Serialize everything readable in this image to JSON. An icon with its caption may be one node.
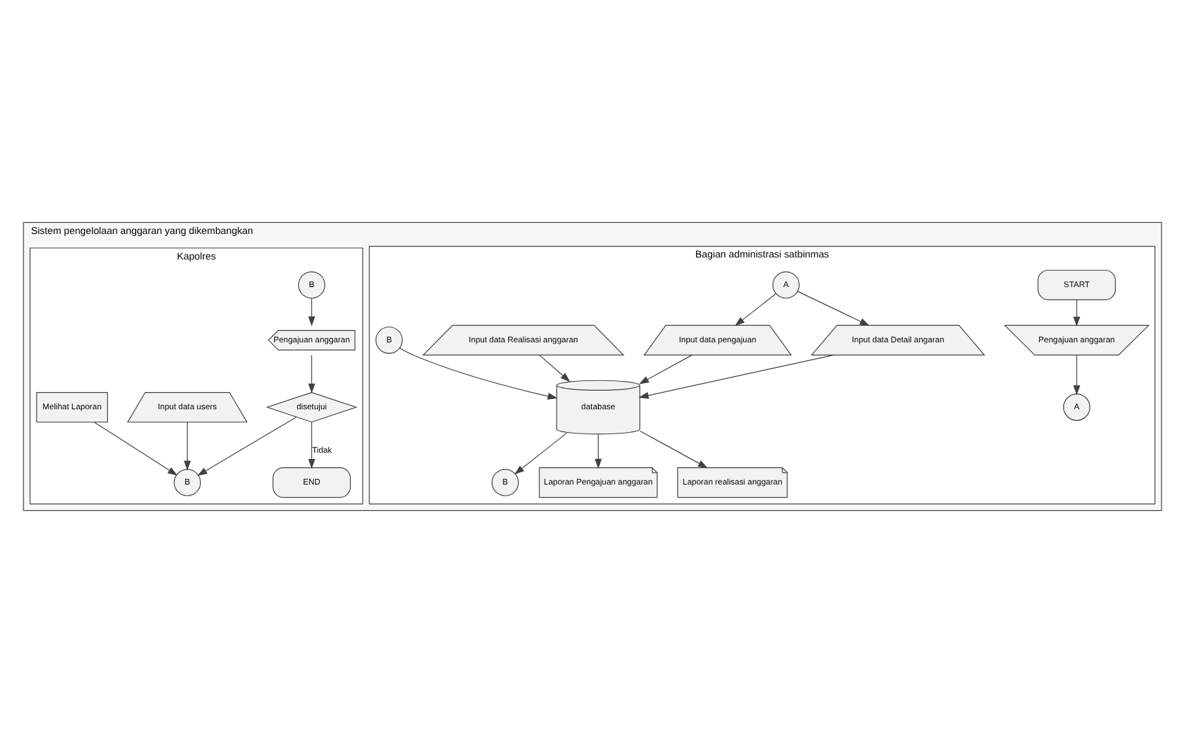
{
  "diagram": {
    "nodes": [
      {
        "text": [
          "Sistem pengelolaan anggaran yang dikembangkan"
        ]
      },
      {
        "text": [
          "Bagian administrasi satbinmas"
        ],
        "in": 0
      },
      {
        "text": [
          "Kapolres"
        ],
        "in": 0
      },
      {
        "text": [
          "START"
        ],
        "in": 1
      },
      {
        "text": [
          "Pengajuan anggaran"
        ],
        "in": 1
      },
      {
        "text": [
          "A"
        ],
        "in": 1
      },
      {
        "text": [
          "A"
        ],
        "in": 1
      },
      {
        "text": [
          "Input data pengajuan"
        ],
        "in": 1
      },
      {
        "text": [
          "Input data Detail angaran"
        ],
        "in": 1
      },
      {
        "text": [
          "Input data Realisasi anggaran"
        ],
        "in": 1
      },
      {
        "text": [
          "B"
        ],
        "in": 1
      },
      {
        "text": [
          "database"
        ],
        "in": 1
      },
      {
        "text": [
          "B"
        ],
        "in": 1
      },
      {
        "text": [
          "Laporan Pengajuan anggaran"
        ],
        "in": 1
      },
      {
        "text": [
          "Laporan realisasi anggaran"
        ],
        "in": 1
      },
      {
        "text": [
          "B"
        ],
        "in": 2
      },
      {
        "text": [
          "Pengajuan anggaran"
        ],
        "in": 2
      },
      {
        "text": [
          "Input data users"
        ],
        "in": 2
      },
      {
        "text": [
          "disetujui"
        ],
        "in": 2
      },
      {
        "text": [
          "B"
        ],
        "in": 2
      },
      {
        "text": [
          "END"
        ],
        "in": 2
      },
      {
        "text": [
          "Melihat Laporan"
        ],
        "in": 2
      }
    ],
    "edges": [
      {
        "from": 3,
        "to": 4,
        "arrow": "to"
      },
      {
        "from": 4,
        "to": 5,
        "arrow": "to"
      },
      {
        "from": 6,
        "to": 7,
        "arrow": "to"
      },
      {
        "from": 6,
        "to": 8,
        "arrow": "to"
      },
      {
        "from": 7,
        "to": 11,
        "arrow": "to"
      },
      {
        "from": 8,
        "to": 11,
        "arrow": "to"
      },
      {
        "from": 9,
        "to": 11,
        "arrow": "to"
      },
      {
        "from": 11,
        "to": 10,
        "arrow": "to"
      },
      {
        "from": 12,
        "to": 11,
        "arrow": "to"
      },
      {
        "from": 11,
        "to": 13,
        "arrow": "to"
      },
      {
        "from": 11,
        "to": 14,
        "arrow": "to"
      },
      {
        "from": 15,
        "to": 16,
        "arrow": "to"
      },
      {
        "from": 16,
        "to": 18,
        "arrow": "to"
      },
      {
        "from": 18,
        "to": 19,
        "arrow": "to"
      },
      {
        "from": 17,
        "to": 19,
        "arrow": "to"
      },
      {
        "from": 18,
        "to": 20,
        "label": "Tidak",
        "arrow": "to"
      },
      {
        "from": 21,
        "to": 19,
        "arrow": "to"
      }
    ]
  }
}
